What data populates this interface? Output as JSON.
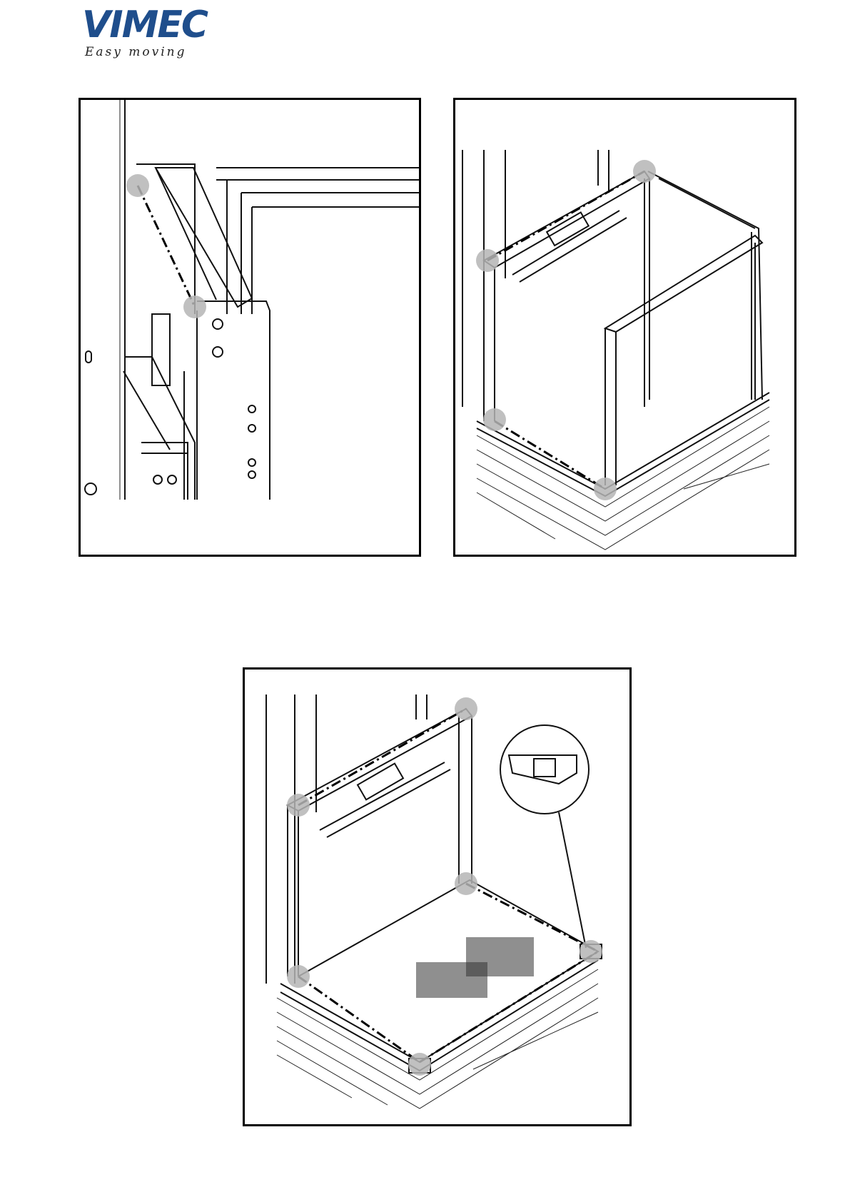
{
  "logo": {
    "brand": "VIMEC",
    "tagline": "Easy moving",
    "color": "#1f4e8c",
    "tagline_color": "#222222"
  },
  "figures": [
    {
      "id": "detail-top-rail",
      "icon": "attachment-point-markers"
    },
    {
      "id": "cabin-side-walls",
      "icon": "attachment-point-markers"
    },
    {
      "id": "cabin-floor-detail",
      "icon": "magnifier-callout"
    }
  ],
  "colors": {
    "marker": "#b5b5b5",
    "line": "#111111"
  }
}
